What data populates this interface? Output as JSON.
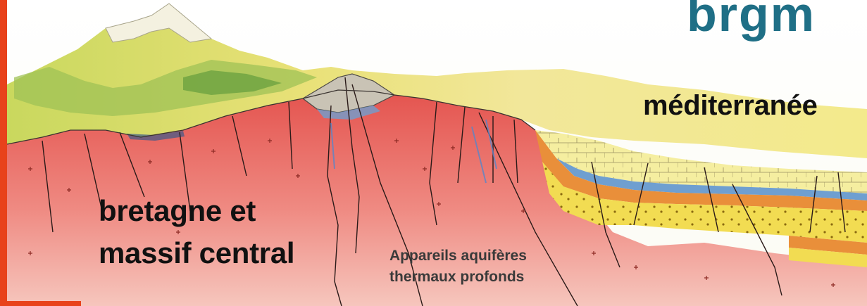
{
  "logo": {
    "text": "brgm",
    "color": "#1f6f86"
  },
  "labels": {
    "mediterranee": "méditerranée",
    "bretagne_line1": "bretagne et",
    "bretagne_line2": "massif central",
    "aquiferes_line1": "Appareils aquifères",
    "aquiferes_line2": "thermaux profonds"
  },
  "colors": {
    "accent": "#e8421b",
    "basement": "#e8716b",
    "sediment_yellow": "#f2dc52",
    "aquifer_blue": "#6f9fd0",
    "mountain_green": "#8fb84a"
  }
}
